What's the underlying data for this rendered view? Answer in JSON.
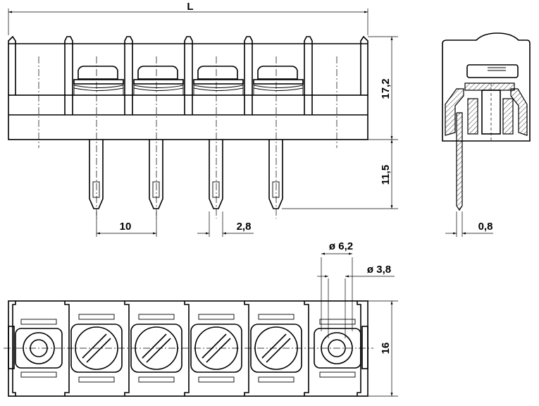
{
  "labels": {
    "length": "L",
    "height_body": "17,2",
    "height_pin": "11,5",
    "pitch": "10",
    "pin_width": "2,8",
    "pin_thickness": "0,8",
    "outer_diameter": "ø 6,2",
    "inner_diameter": "ø 3,8",
    "width": "16"
  }
}
